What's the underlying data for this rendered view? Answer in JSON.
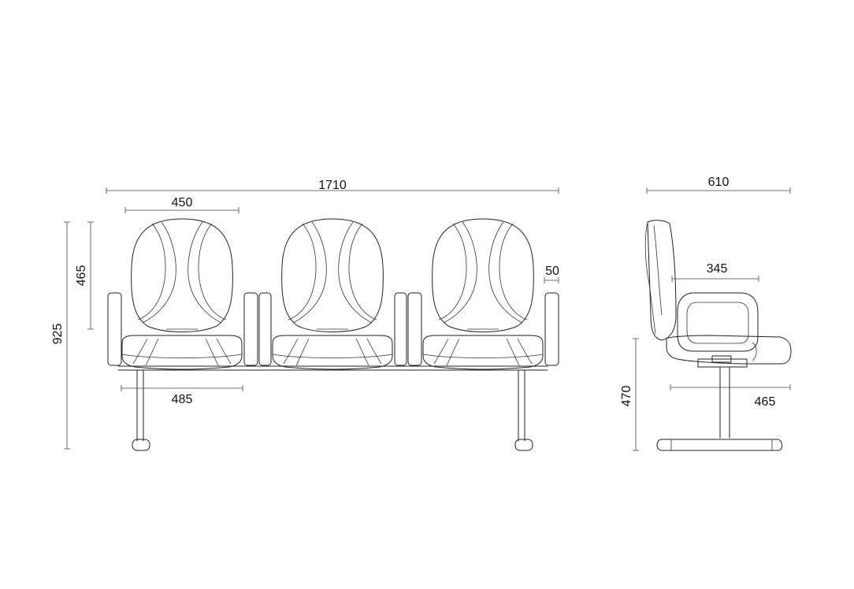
{
  "dimensions": {
    "total_width": "1710",
    "seat_back_width": "450",
    "back_height": "465",
    "overall_height": "925",
    "seat_width": "485",
    "armrest_width": "50",
    "side_depth": "610",
    "side_arm_depth": "345",
    "seat_height": "470",
    "side_seat_depth": "465"
  },
  "colors": {
    "line": "#222222",
    "background": "#ffffff"
  }
}
